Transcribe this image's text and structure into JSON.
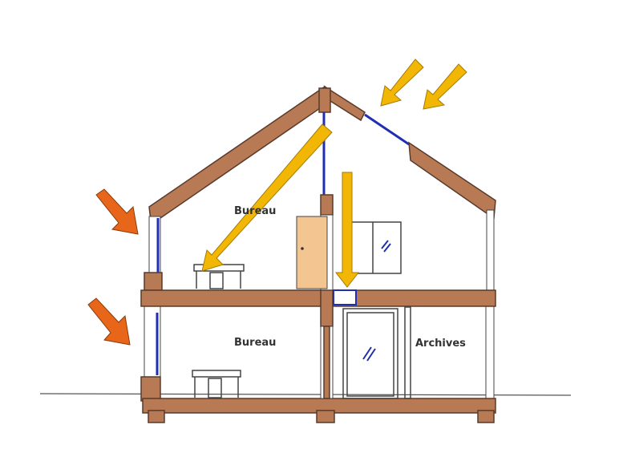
{
  "rooms": {
    "upper_office": "Bureau",
    "lower_office": "Bureau",
    "archives": "Archives"
  },
  "colors": {
    "wood": "#b77a55",
    "glazing": "#1f2fb0",
    "sunlight_arrow": "#f2b705",
    "low_sun_arrow": "#e8661a"
  }
}
